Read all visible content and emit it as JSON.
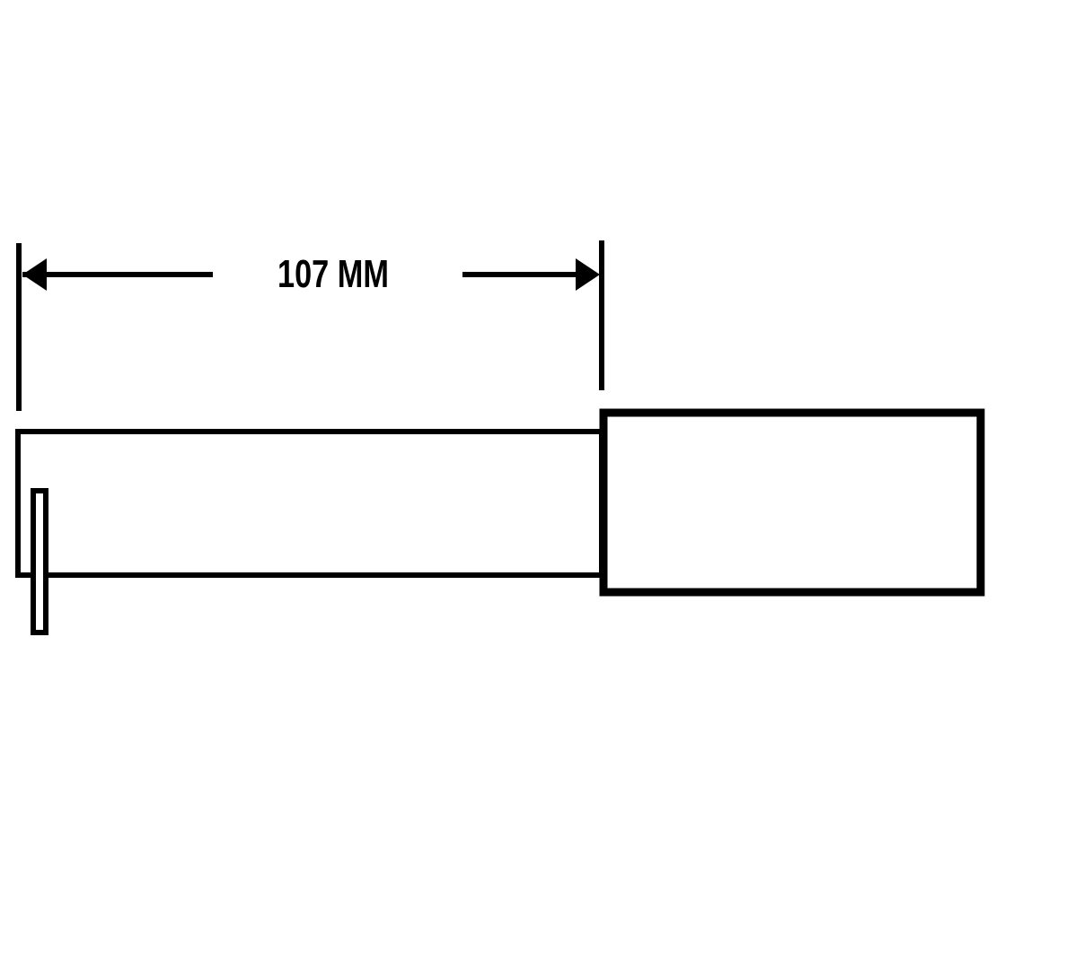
{
  "diagram": {
    "background_color": "#ffffff",
    "line_color": "#000000",
    "dimension": {
      "label": "107 MM",
      "value": 107,
      "unit": "MM"
    }
  }
}
